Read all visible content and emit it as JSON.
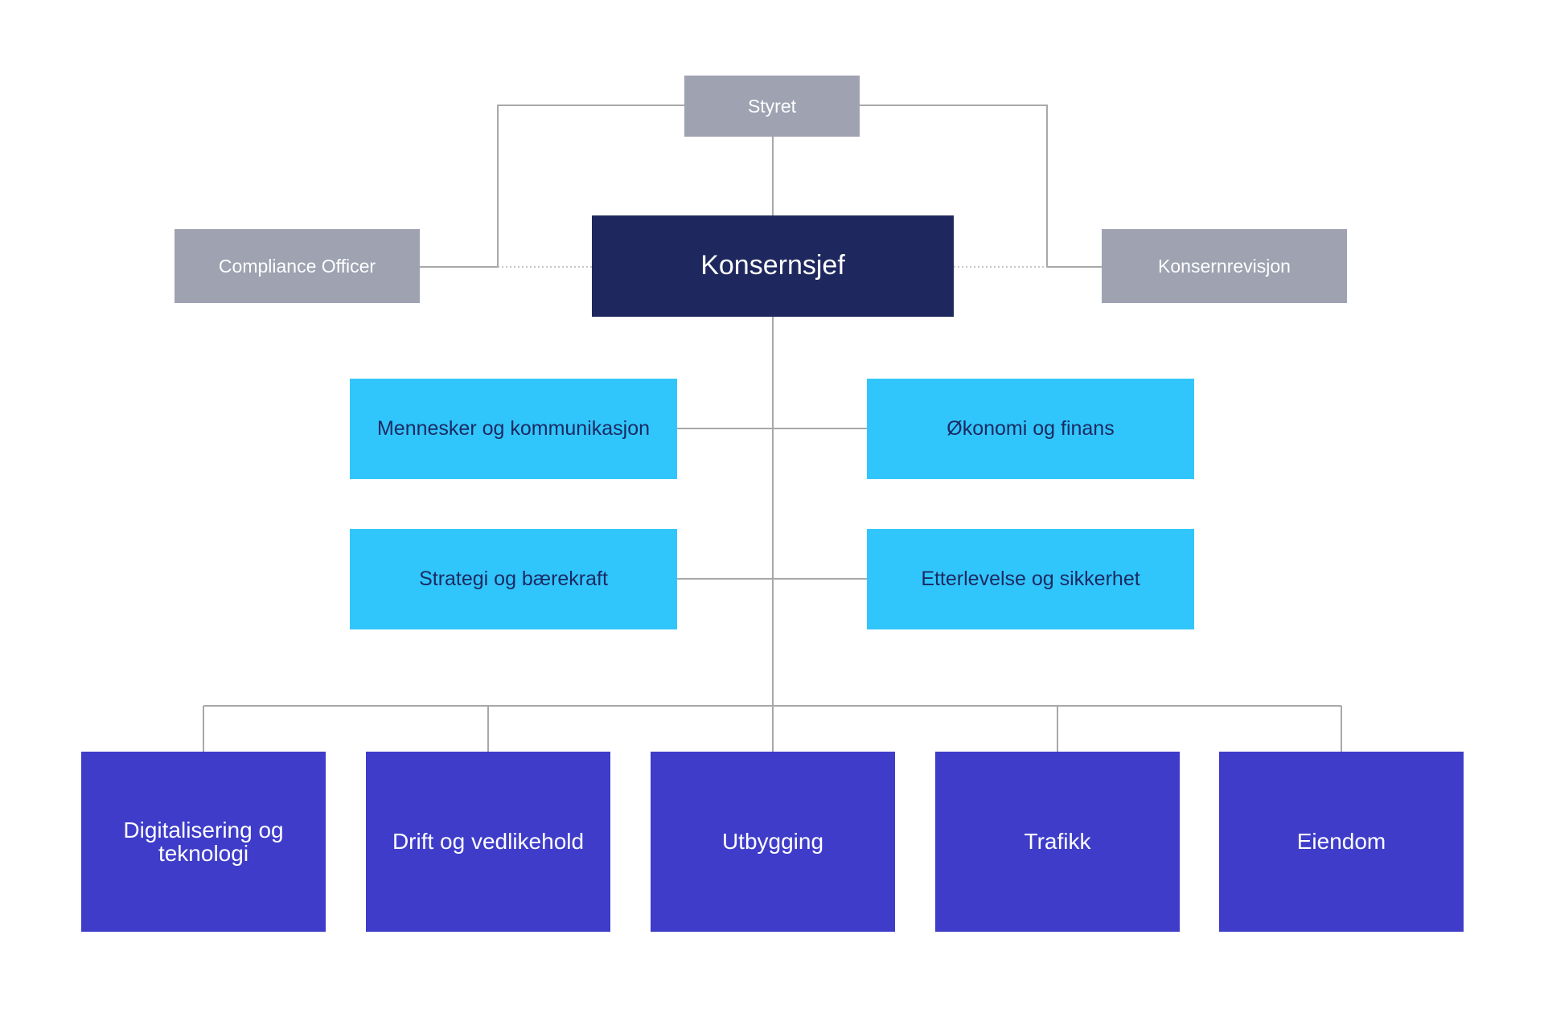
{
  "colors": {
    "gray": "#9ea2b1",
    "navy": "#1f285e",
    "cyan": "#31c6fb",
    "blue": "#3e3cc9",
    "connector": "#a8a8a8"
  },
  "board": {
    "label": "Styret"
  },
  "ceo": {
    "label": "Konsernsjef"
  },
  "compliance": {
    "label": "Compliance Officer"
  },
  "audit": {
    "label": "Konsernrevisjon"
  },
  "staff": [
    {
      "label": "Mennesker og kommunikasjon"
    },
    {
      "label": "Økonomi og finans"
    },
    {
      "label": "Strategi og bærekraft"
    },
    {
      "label": "Etterlevelse og sikkerhet"
    }
  ],
  "divisions": [
    {
      "label": "Digitalisering og teknologi"
    },
    {
      "label": "Drift og vedlikehold"
    },
    {
      "label": "Utbygging"
    },
    {
      "label": "Trafikk"
    },
    {
      "label": "Eiendom"
    }
  ]
}
